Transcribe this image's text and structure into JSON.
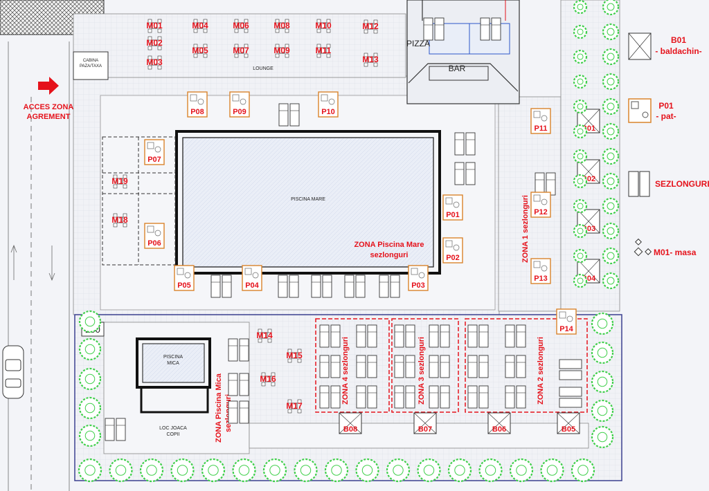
{
  "labels": {
    "access": [
      "ACCES ZONA",
      "AGREMENT"
    ],
    "booth": [
      "CABINA",
      "PAZA/TAXA"
    ],
    "lounge": "LOUNGE",
    "pizza": "PIZZA",
    "bar": "BAR",
    "big_pool": "PISCINA MARE",
    "big_pool_zone": [
      "ZONA Piscina Mare",
      "sezlonguri"
    ],
    "small_pool": [
      "PISCINA",
      "MICA"
    ],
    "small_pool_zone": "ZONA Piscina Mica",
    "small_pool_zone_sub": "sezlonguri",
    "play_area": [
      "LOC JOACA",
      "COPII"
    ],
    "zone1": "ZONA 1 sezlonguri",
    "zone2": "ZONA 2 sezlonguri",
    "zone3": "ZONA 3 sezlonguri",
    "zone4": "ZONA 4 sezlonguri",
    "dimension": "250"
  },
  "tables": [
    "M01",
    "M02",
    "M03",
    "M04",
    "M05",
    "M06",
    "M07",
    "M08",
    "M09",
    "M10",
    "M11",
    "M12",
    "M13",
    "M14",
    "M15",
    "M16",
    "M17",
    "M18",
    "M19"
  ],
  "beds": [
    "P01",
    "P02",
    "P03",
    "P04",
    "P05",
    "P06",
    "P07",
    "P08",
    "P09",
    "P10",
    "P11",
    "P12",
    "P13",
    "P14"
  ],
  "canopies": [
    "B01",
    "B02",
    "B03",
    "B04",
    "B05",
    "B06",
    "B07",
    "B08"
  ],
  "legend": {
    "canopy_code": "B01",
    "canopy_desc": "- baldachin-",
    "bed_code": "P01",
    "bed_desc": "- pat-",
    "lounger": "SEZLONGURI",
    "table": "M01- masa"
  },
  "colors": {
    "label": "#e5121b",
    "bed_outline": "#d9832b",
    "tree": "#3fcf4a",
    "pool": "#e8edf7",
    "boundary": "#3b3f8f"
  }
}
